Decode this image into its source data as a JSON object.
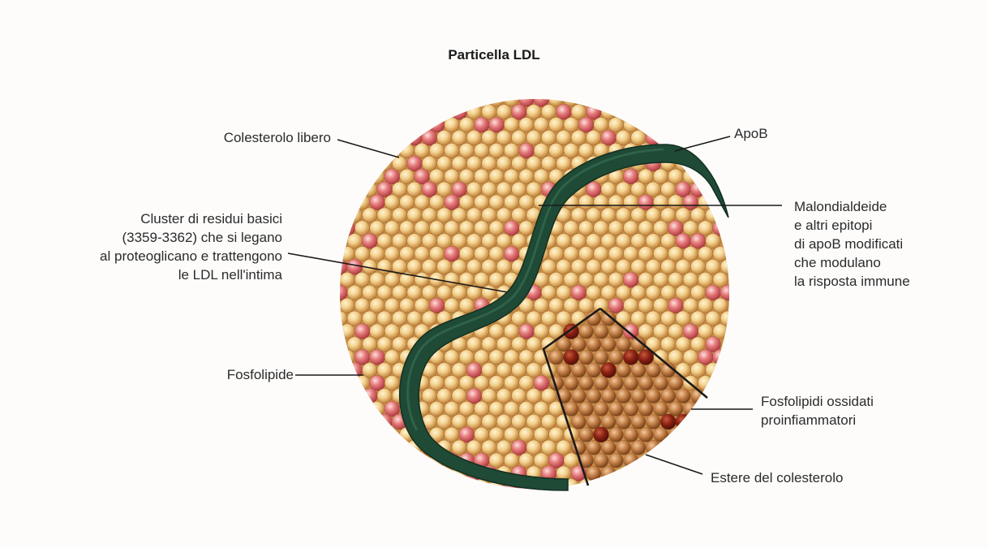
{
  "title": "Particella LDL",
  "labels": {
    "colesterolo_libero": "Colesterolo libero",
    "apob": "ApoB",
    "cluster": [
      "Cluster di residui basici",
      "(3359-3362) che si legano",
      "al proteoglicano e trattengono",
      "le LDL nell'intima"
    ],
    "malondialdeide": [
      "Malondialdeide",
      "e altri epitopi",
      "di apoB modificati",
      "che modulano",
      "la risposta immune"
    ],
    "fosfolipide": "Fosfolipide",
    "fosfolipidi_ossidati": [
      "Fosfolipidi ossidati",
      "proinfiammatori"
    ],
    "estere": "Estere del colesterolo"
  },
  "colors": {
    "sphere_light": "#f7e1a4",
    "sphere_base": "#e2ae5c",
    "sphere_dark": "#a2652a",
    "pink_light": "#f7bcbc",
    "pink_base": "#d85a5e",
    "core_light": "#d79a68",
    "core_base": "#9e5a2e",
    "ox_red": "#8a2012",
    "apob_band": "#1f4a36",
    "apob_highlight": "#3a7356"
  },
  "icons": [
    "ldl-particle-illustration"
  ]
}
